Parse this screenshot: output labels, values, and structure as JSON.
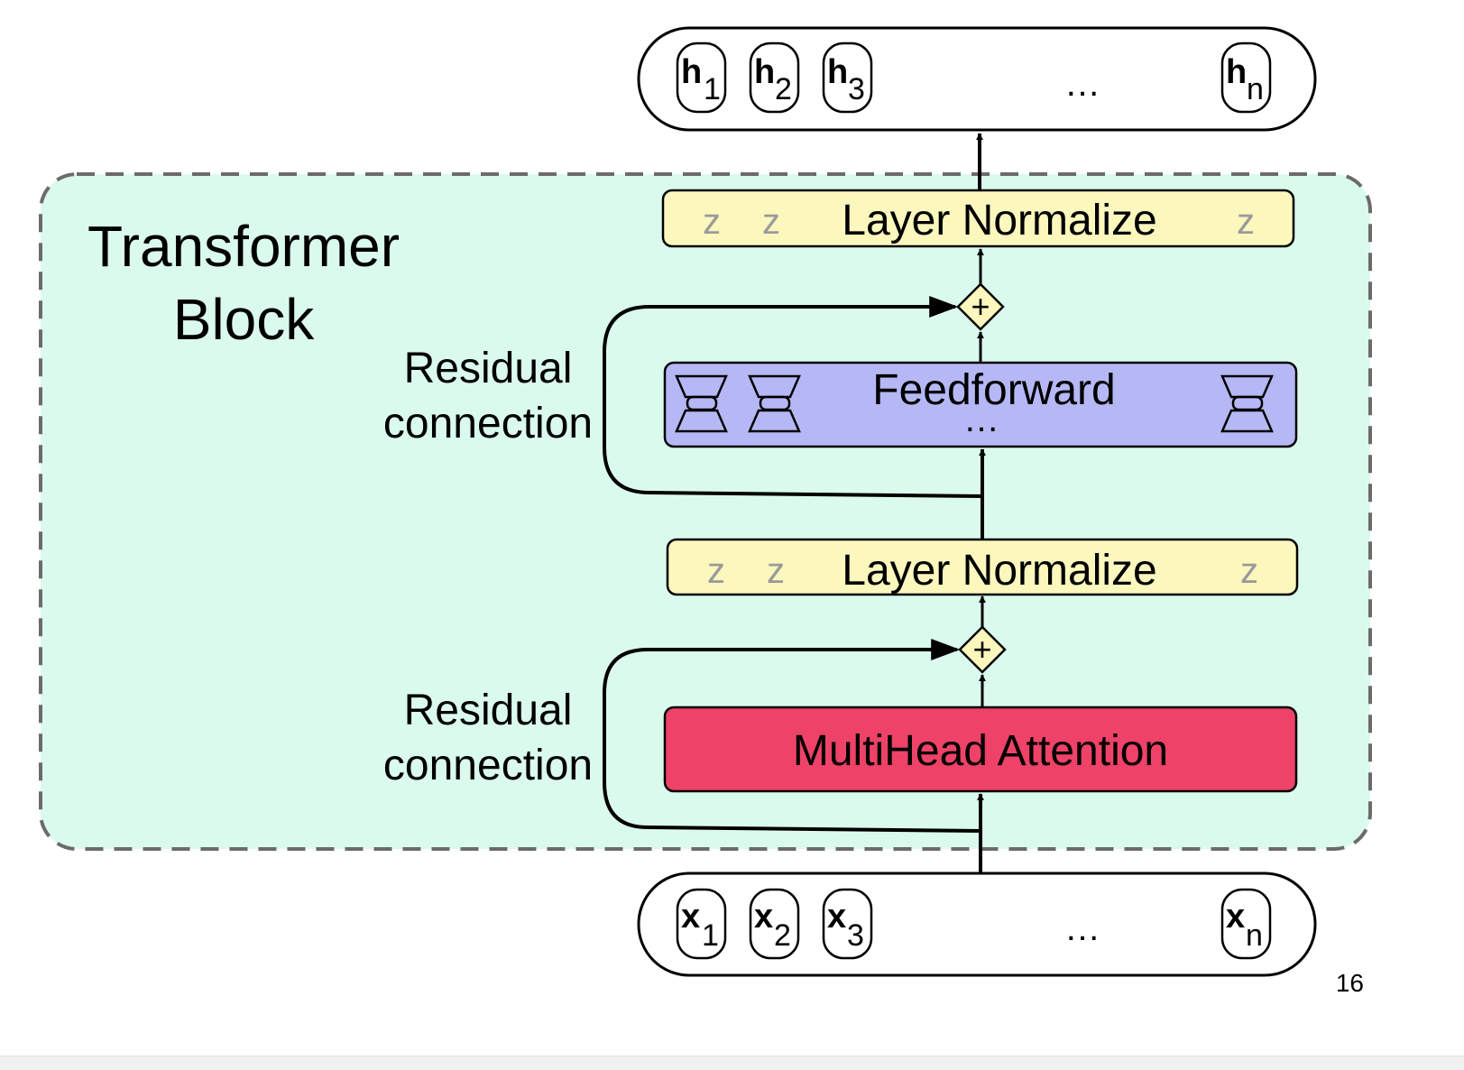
{
  "block_title": [
    "Transformer",
    "Block"
  ],
  "outputs": {
    "items": [
      {
        "base": "h",
        "sub": "1"
      },
      {
        "base": "h",
        "sub": "2"
      },
      {
        "base": "h",
        "sub": "3"
      },
      {
        "base": "h",
        "sub": "n"
      }
    ],
    "ellipsis": "…"
  },
  "inputs": {
    "items": [
      {
        "base": "x",
        "sub": "1"
      },
      {
        "base": "x",
        "sub": "2"
      },
      {
        "base": "x",
        "sub": "3"
      },
      {
        "base": "x",
        "sub": "n"
      }
    ],
    "ellipsis": "…"
  },
  "layer_norm_top": {
    "label": "Layer Normalize",
    "z_marks": [
      "z",
      "z",
      "z"
    ]
  },
  "layer_norm_bottom": {
    "label": "Layer Normalize",
    "z_marks": [
      "z",
      "z",
      "z"
    ]
  },
  "feedforward": {
    "label": "Feedforward",
    "ellipsis": "…"
  },
  "attention": {
    "label": "MultiHead Attention"
  },
  "add_symbol": "+",
  "residual_top": [
    "Residual",
    "connection"
  ],
  "residual_bottom": [
    "Residual",
    "connection"
  ],
  "page_number": "16",
  "colors": {
    "block_fill": "#dbfaee",
    "block_border": "#6b6b6b",
    "layer_norm": "#fbf7bd",
    "feedforward": "#b6b8f5",
    "attention": "#ee4268",
    "add_node": "#fbf7bd",
    "z_mark": "#9a9a9a",
    "line": "#000000"
  },
  "icons": {
    "feedforward_unit": "hourglass-network-icon",
    "add": "plus-diamond-icon",
    "arrow": "arrowhead-icon"
  }
}
